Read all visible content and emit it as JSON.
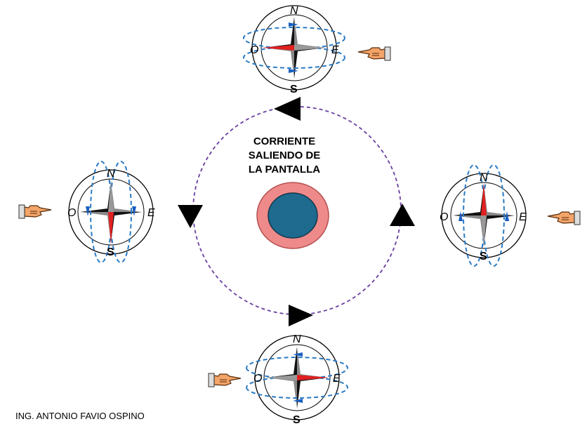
{
  "title_lines": [
    "CORRIENTE",
    "SALIENDO DE",
    "LA PANTALLA"
  ],
  "credit": "ING. ANTONIO FAVIO OSPINO",
  "compass_labels": {
    "north": "N",
    "south": "S",
    "east": "E",
    "west": "O"
  },
  "colors": {
    "field_line": "#6a3fa0",
    "wire_outer": "#ef8a8a",
    "wire_inner": "#1f6a8f",
    "dashed_ellipse": "#2b7bc4",
    "needle_red": "#e02020",
    "pointer_hand": "#f3a469"
  },
  "icons": [
    "pointing-hand-icon",
    "compass-icon",
    "arrowhead-icon"
  ]
}
